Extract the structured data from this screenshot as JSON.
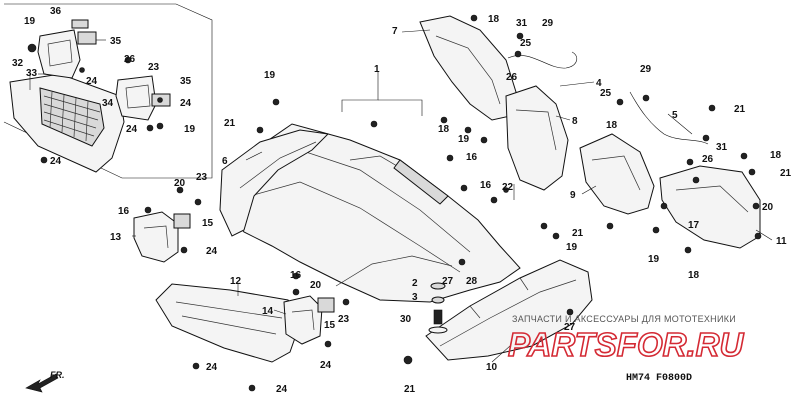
{
  "callouts": {
    "c1": "1",
    "c2": "2",
    "c3": "3",
    "c4": "4",
    "c5": "5",
    "c6": "6",
    "c7": "7",
    "c8": "8",
    "c9": "9",
    "c10": "10",
    "c11": "11",
    "c12": "12",
    "c13": "13",
    "c14": "14",
    "c15": "15",
    "c16": "16",
    "c17": "17",
    "c18": "18",
    "c19": "19",
    "c20": "20",
    "c21": "21",
    "c22": "22",
    "c23": "23",
    "c24": "24",
    "c25": "25",
    "c26": "26",
    "c27": "27",
    "c28": "28",
    "c29": "29",
    "c30": "30",
    "c31": "31",
    "c32": "32",
    "c33": "33",
    "c34": "34",
    "c35": "35",
    "c36": "36"
  },
  "watermark": {
    "caption": "ЗАПЧАСТИ И АКСЕССУАРЫ ДЛЯ МОТОТЕХНИКИ",
    "logo": "PARTSFOR.RU",
    "color": "#d42a34"
  },
  "diagram_code": "HM74  F0800D",
  "direction_label": "FR."
}
